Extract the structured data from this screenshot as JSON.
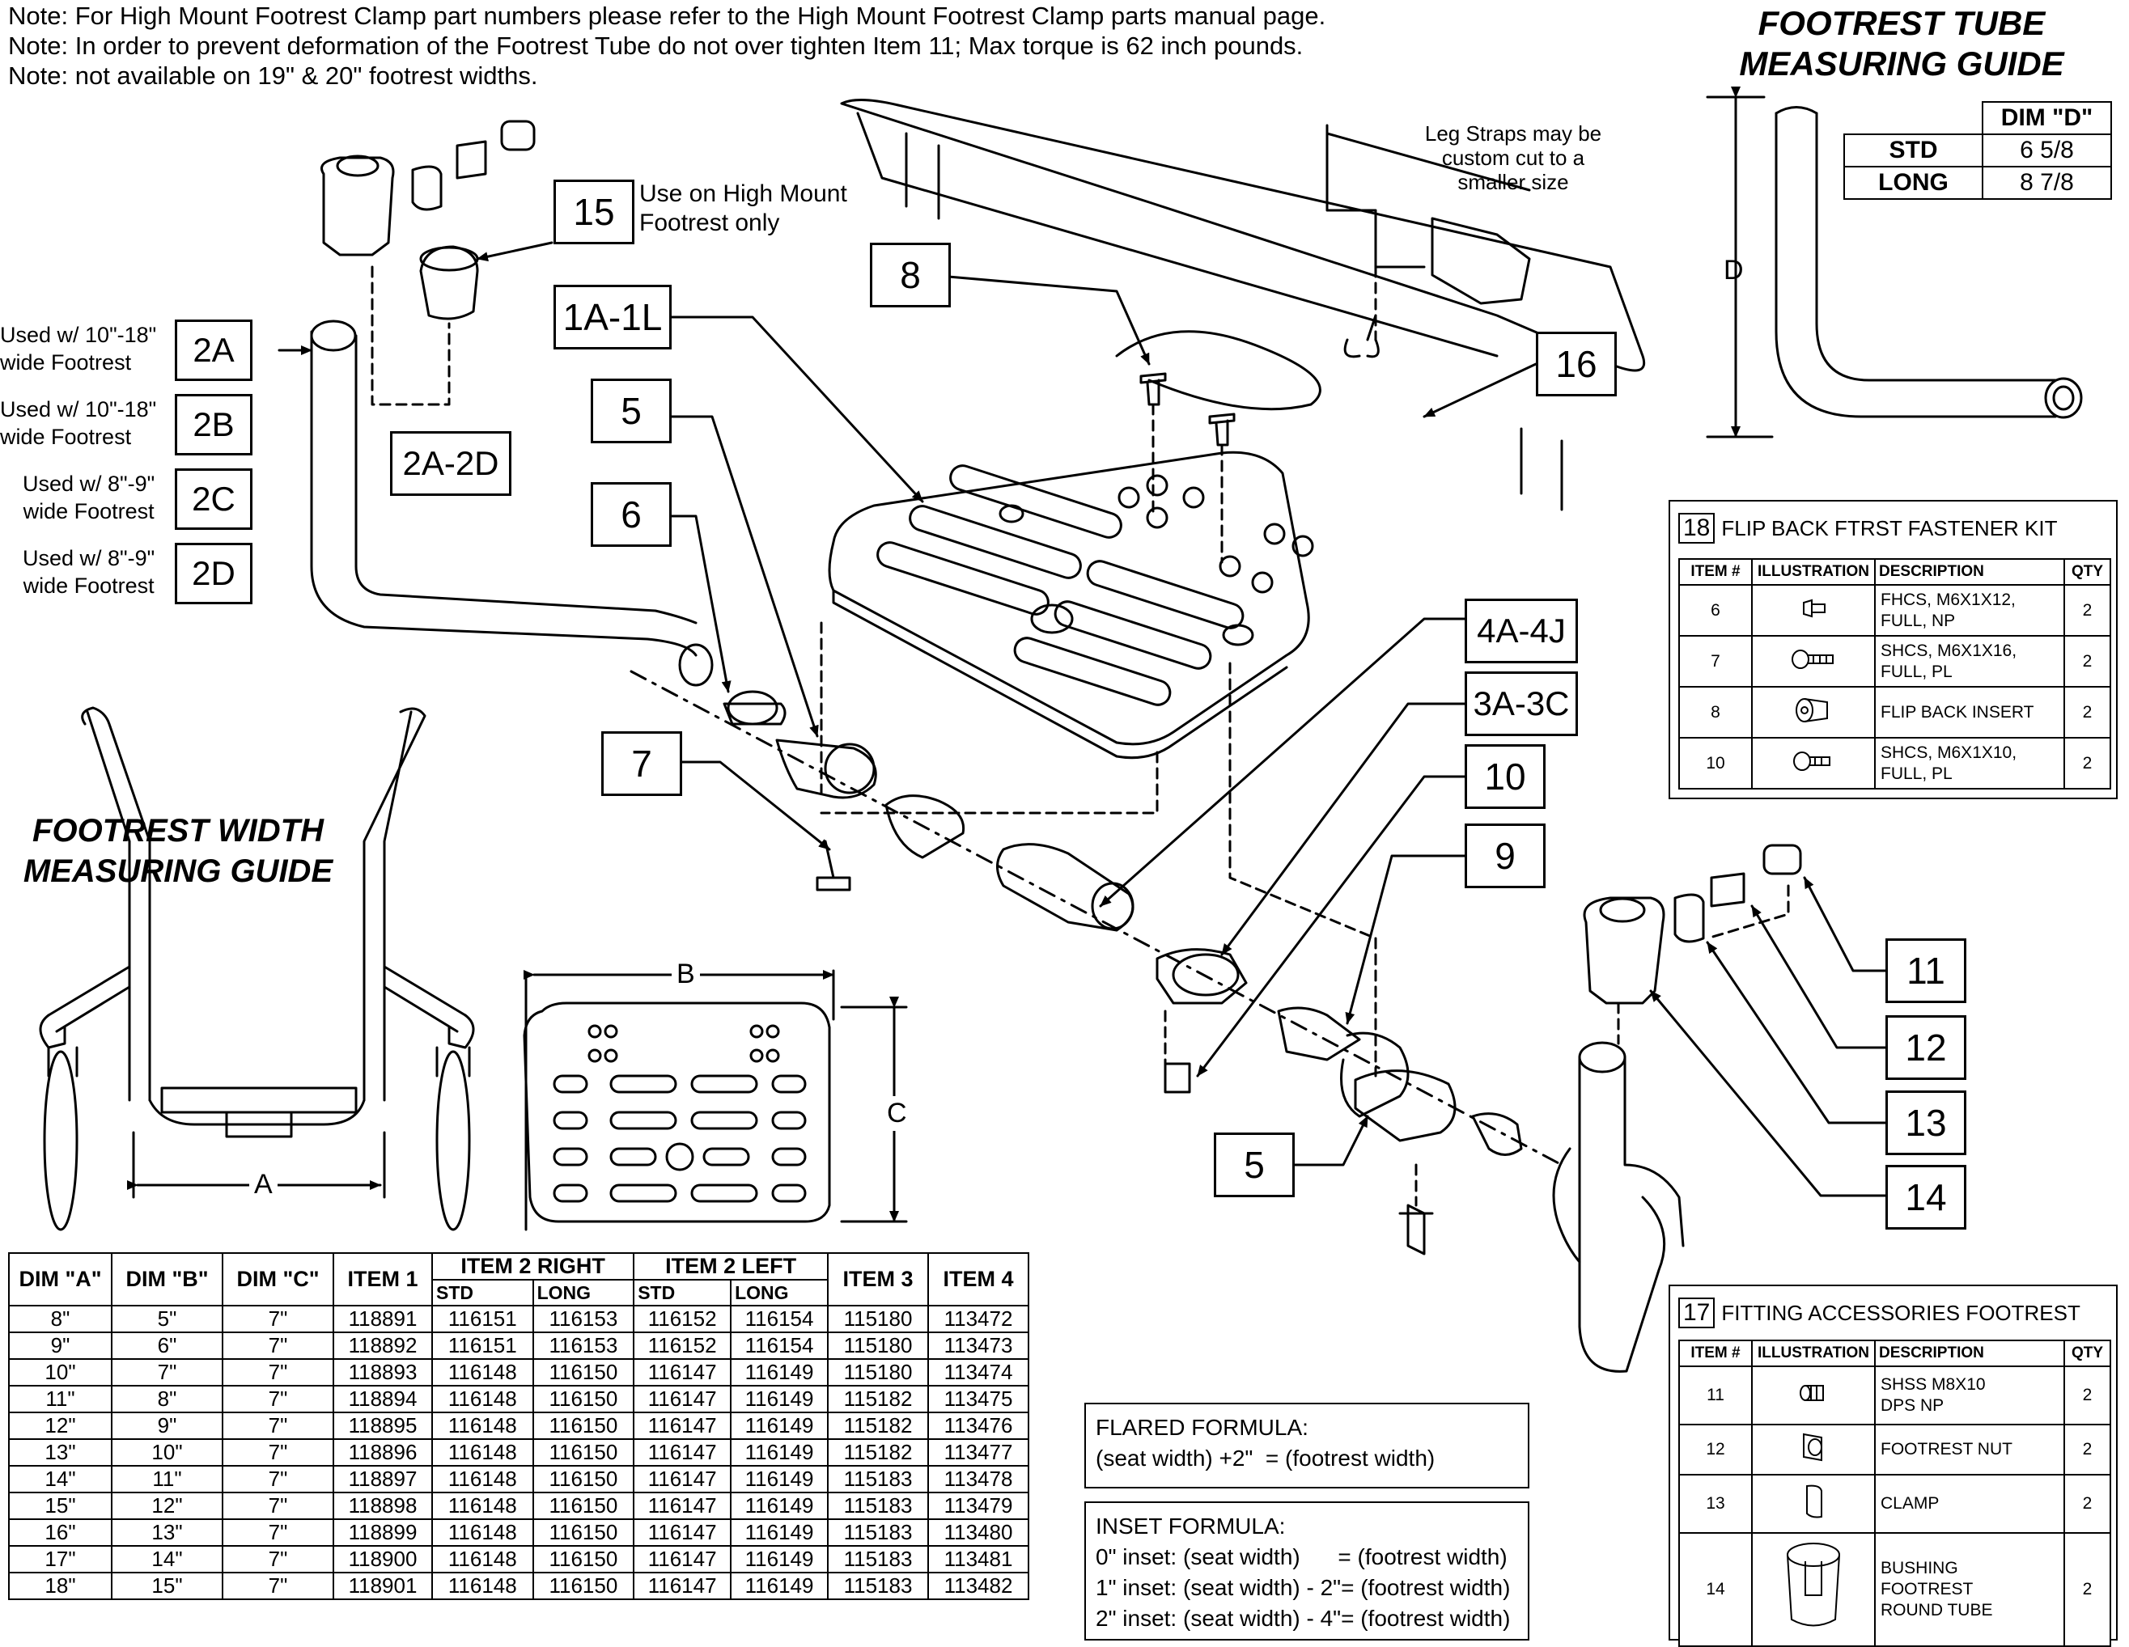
{
  "notes": [
    "Note: For High Mount Footrest Clamp part numbers please refer to the High Mount Footrest Clamp parts manual page.",
    "Note: In order to prevent deformation of the Footrest Tube do not over tighten Item 11; Max torque is 62 inch pounds.",
    "Note: not available on 19\" & 20\" footrest widths."
  ],
  "tube_guide": {
    "title_line1": "FOOTREST TUBE",
    "title_line2": "MEASURING GUIDE",
    "dim_label": "D",
    "header": "DIM \"D\"",
    "rows": [
      {
        "label": "STD",
        "value": "6 5/8"
      },
      {
        "label": "LONG",
        "value": "8 7/8"
      }
    ]
  },
  "width_guide": {
    "title_line1": "FOOTREST WIDTH",
    "title_line2": "MEASURING GUIDE",
    "dim_label": "A"
  },
  "plate_dims": {
    "b": "B",
    "c": "C"
  },
  "leg_strap_note": [
    "Leg Straps may be",
    "custom cut to a",
    "smaller size"
  ],
  "high_mount_note": [
    "Use on High Mount",
    "Footrest only"
  ],
  "callouts": {
    "c15": "15",
    "c8": "8",
    "c16": "16",
    "c1a": "1A-1L",
    "c5a": "5",
    "c6": "6",
    "c2a": "2A",
    "c2b": "2B",
    "c2c": "2C",
    "c2d": "2D",
    "c2ad": "2A-2D",
    "c4a": "4A-4J",
    "c3a": "3A-3C",
    "c10": "10",
    "c9": "9",
    "c7": "7",
    "c5b": "5",
    "c11": "11",
    "c12": "12",
    "c13": "13",
    "c14": "14"
  },
  "tube_notes": {
    "n2a": [
      "Used w/ 10\"-18\"",
      "wide Footrest"
    ],
    "n2b": [
      "Used w/ 10\"-18\"",
      "wide Footrest"
    ],
    "n2c": [
      "Used w/ 8\"-9\"",
      "wide Footrest"
    ],
    "n2d": [
      "Used w/ 8\"-9\"",
      "wide Footrest"
    ]
  },
  "kit18": {
    "number": "18",
    "title": "FLIP BACK FTRST FASTENER KIT",
    "headers": [
      "ITEM #",
      "ILLUSTRATION",
      "DESCRIPTION",
      "QTY"
    ],
    "rows": [
      {
        "item": "6",
        "icon": "fhcs-screw-icon",
        "desc": [
          "FHCS, M6X1X12,",
          "FULL, NP"
        ],
        "qty": "2"
      },
      {
        "item": "7",
        "icon": "shcs-screw-icon",
        "desc": [
          "SHCS, M6X1X16,",
          "FULL, PL"
        ],
        "qty": "2"
      },
      {
        "item": "8",
        "icon": "flip-back-insert-icon",
        "desc": [
          "FLIP BACK INSERT"
        ],
        "qty": "2"
      },
      {
        "item": "10",
        "icon": "shcs-screw-icon",
        "desc": [
          "SHCS, M6X1X10,",
          "FULL, PL"
        ],
        "qty": "2"
      }
    ]
  },
  "kit17": {
    "number": "17",
    "title": "FITTING ACCESSORIES FOOTREST",
    "headers": [
      "ITEM #",
      "ILLUSTRATION",
      "DESCRIPTION",
      "QTY"
    ],
    "rows": [
      {
        "item": "11",
        "icon": "set-screw-icon",
        "desc": [
          "SHSS M8X10",
          "DPS NP"
        ],
        "qty": "2"
      },
      {
        "item": "12",
        "icon": "footrest-nut-icon",
        "desc": [
          "FOOTREST NUT"
        ],
        "qty": "2"
      },
      {
        "item": "13",
        "icon": "clamp-icon",
        "desc": [
          "CLAMP"
        ],
        "qty": "2"
      },
      {
        "item": "14",
        "icon": "bushing-icon",
        "desc": [
          "BUSHING",
          "FOOTREST",
          "ROUND TUBE"
        ],
        "qty": "2"
      }
    ]
  },
  "flared": {
    "title": "FLARED FORMULA:",
    "line": "(seat width) +2\"  = (footrest width)"
  },
  "inset": {
    "title": "INSET FORMULA:",
    "lines": [
      "0\" inset: (seat width)      = (footrest width)",
      "1\" inset: (seat width) - 2\"= (footrest width)",
      "2\" inset: (seat width) - 4\"= (footrest width)"
    ]
  },
  "dim_table": {
    "headers": [
      "DIM \"A\"",
      "DIM \"B\"",
      "DIM \"C\"",
      "ITEM 1",
      "ITEM 2 RIGHT",
      "ITEM 2 LEFT",
      "ITEM 3",
      "ITEM 4"
    ],
    "sub": [
      "STD",
      "LONG",
      "STD",
      "LONG"
    ],
    "rows": [
      [
        "8\"",
        "5\"",
        "7\"",
        "118891",
        "116151",
        "116153",
        "116152",
        "116154",
        "115180",
        "113472"
      ],
      [
        "9\"",
        "6\"",
        "7\"",
        "118892",
        "116151",
        "116153",
        "116152",
        "116154",
        "115180",
        "113473"
      ],
      [
        "10\"",
        "7\"",
        "7\"",
        "118893",
        "116148",
        "116150",
        "116147",
        "116149",
        "115180",
        "113474"
      ],
      [
        "11\"",
        "8\"",
        "7\"",
        "118894",
        "116148",
        "116150",
        "116147",
        "116149",
        "115182",
        "113475"
      ],
      [
        "12\"",
        "9\"",
        "7\"",
        "118895",
        "116148",
        "116150",
        "116147",
        "116149",
        "115182",
        "113476"
      ],
      [
        "13\"",
        "10\"",
        "7\"",
        "118896",
        "116148",
        "116150",
        "116147",
        "116149",
        "115182",
        "113477"
      ],
      [
        "14\"",
        "11\"",
        "7\"",
        "118897",
        "116148",
        "116150",
        "116147",
        "116149",
        "115183",
        "113478"
      ],
      [
        "15\"",
        "12\"",
        "7\"",
        "118898",
        "116148",
        "116150",
        "116147",
        "116149",
        "115183",
        "113479"
      ],
      [
        "16\"",
        "13\"",
        "7\"",
        "118899",
        "116148",
        "116150",
        "116147",
        "116149",
        "115183",
        "113480"
      ],
      [
        "17\"",
        "14\"",
        "7\"",
        "118900",
        "116148",
        "116150",
        "116147",
        "116149",
        "115183",
        "113481"
      ],
      [
        "18\"",
        "15\"",
        "7\"",
        "118901",
        "116148",
        "116150",
        "116147",
        "116149",
        "115183",
        "113482"
      ]
    ]
  }
}
